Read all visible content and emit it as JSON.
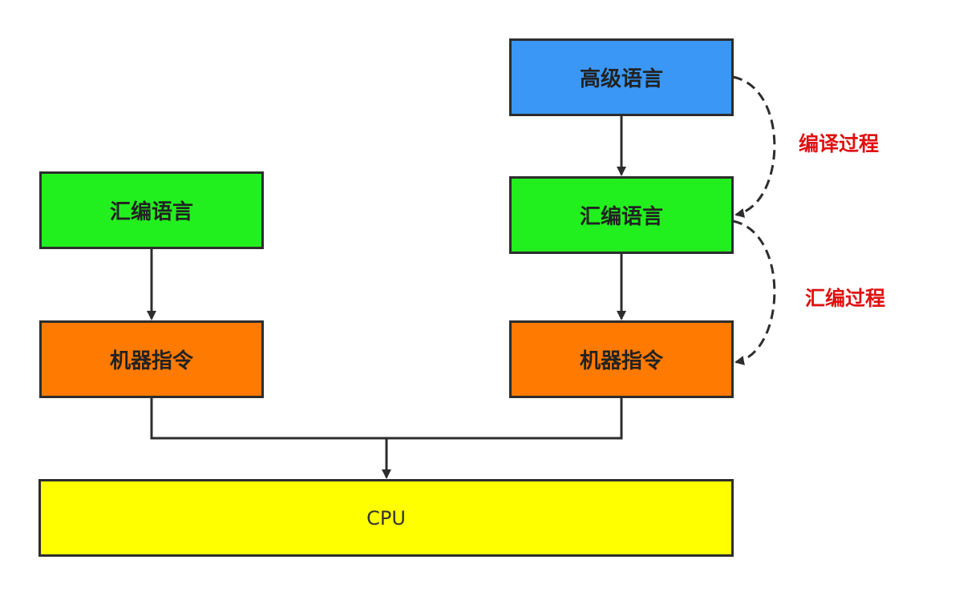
{
  "colors": {
    "blue": "#3a97f5",
    "green": "#22f01e",
    "orange": "#ff7a00",
    "yellow": "#ffff00",
    "process_label": "#e01010",
    "line": "#2d2d2d"
  },
  "left_column": {
    "assembly": "汇编语言",
    "machine": "机器指令"
  },
  "right_column": {
    "high_level": "高级语言",
    "assembly": "汇编语言",
    "machine": "机器指令"
  },
  "cpu": "CPU",
  "processes": {
    "compile": "编译过程",
    "assemble": "汇编过程"
  }
}
